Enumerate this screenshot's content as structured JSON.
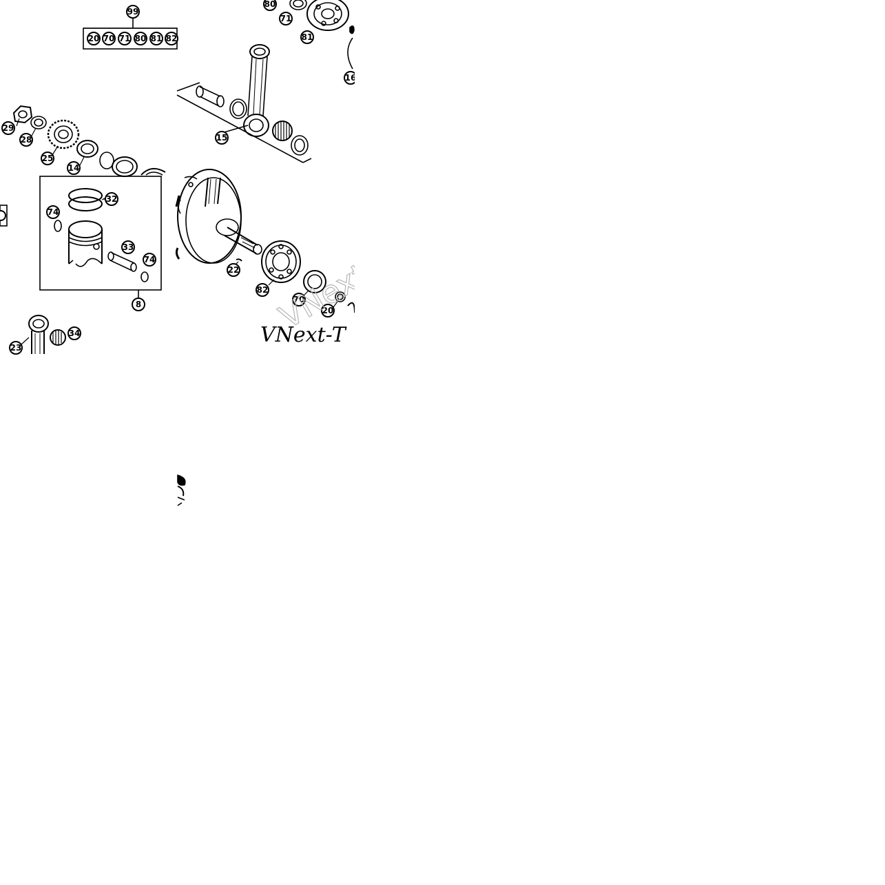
{
  "diagram": {
    "kit": {
      "number": "99",
      "members": [
        "20",
        "70",
        "71",
        "80",
        "81",
        "82"
      ]
    },
    "callouts": [
      {
        "id": "top-80",
        "label": "80"
      },
      {
        "id": "top-71",
        "label": "71"
      },
      {
        "id": "top-81",
        "label": "81"
      },
      {
        "id": "right-16",
        "label": "16"
      },
      {
        "id": "rod-15",
        "label": "15"
      },
      {
        "id": "nut-29",
        "label": "29"
      },
      {
        "id": "washer-28",
        "label": "28"
      },
      {
        "id": "gear-25",
        "label": "25"
      },
      {
        "id": "bush-14",
        "label": "14"
      },
      {
        "id": "ring-32",
        "label": "32"
      },
      {
        "id": "clip-74a",
        "label": "74"
      },
      {
        "id": "pin-33",
        "label": "33"
      },
      {
        "id": "clip-74b",
        "label": "74"
      },
      {
        "id": "piston-8",
        "label": "8"
      },
      {
        "id": "key-22",
        "label": "22"
      },
      {
        "id": "bearing-82",
        "label": "82"
      },
      {
        "id": "seal-70",
        "label": "70"
      },
      {
        "id": "washer-20",
        "label": "20"
      },
      {
        "id": "rod-23",
        "label": "23"
      },
      {
        "id": "needle-34",
        "label": "34"
      }
    ],
    "watermark": "VNext-T"
  }
}
